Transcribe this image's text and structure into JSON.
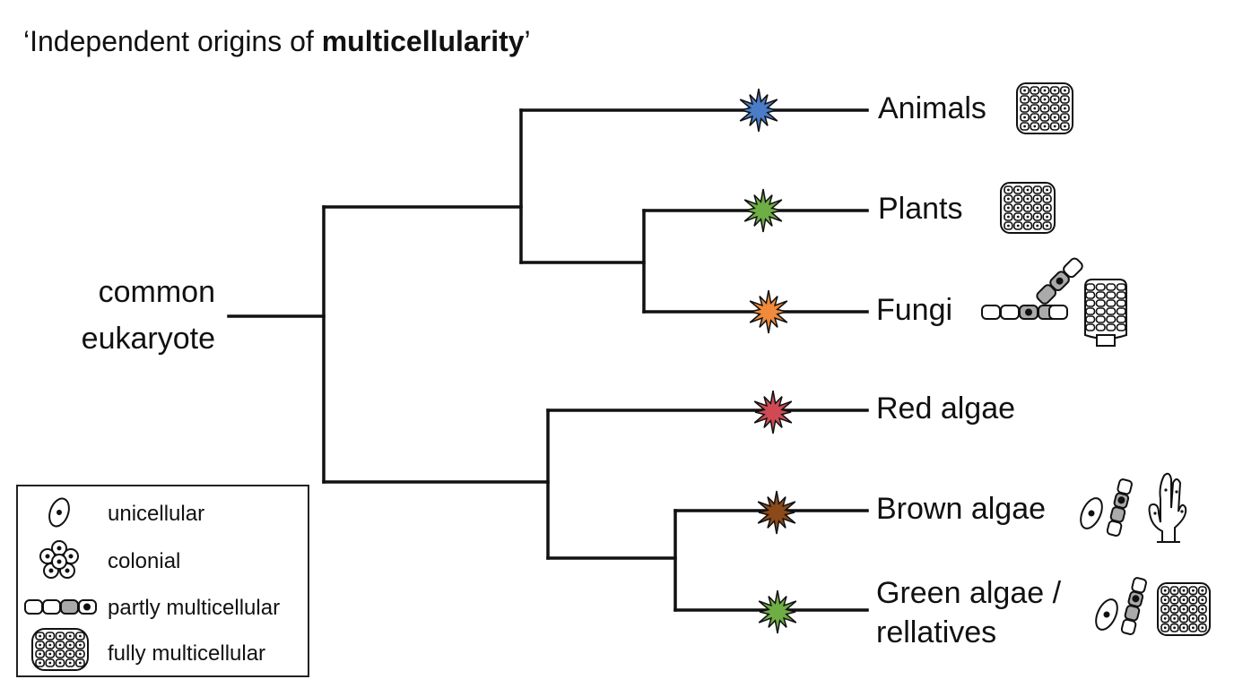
{
  "title": {
    "prefix": "‘Independent origins of ",
    "bold": "multicellularity",
    "suffix": "’"
  },
  "root": {
    "line1": "common",
    "line2": "eukaryote"
  },
  "leaves": [
    {
      "label": "Animals",
      "star_color": "#4a7cc7",
      "icons": [
        "fully-multicellular-icon"
      ]
    },
    {
      "label": "Plants",
      "star_color": "#6fae45",
      "icons": [
        "fully-multicellular-icon"
      ]
    },
    {
      "label": "Fungi",
      "star_color": "#f08a3c",
      "icons": [
        "partly-multicellular-icon",
        "fruiting-body-icon"
      ]
    },
    {
      "label": "Red algae",
      "star_color": "#d04a55",
      "icons": []
    },
    {
      "label": "Brown algae",
      "star_color": "#8b4a18",
      "icons": [
        "unicellular-icon",
        "partly-multicellular-icon",
        "branched-thallus-icon"
      ]
    },
    {
      "label": "Green algae /",
      "label2": "rellatives",
      "star_color": "#6fae45",
      "icons": [
        "unicellular-icon",
        "partly-multicellular-icon",
        "fully-multicellular-icon"
      ]
    }
  ],
  "legend": [
    {
      "label": "unicellular",
      "icon": "unicellular-icon"
    },
    {
      "label": "colonial",
      "icon": "colonial-icon"
    },
    {
      "label": "partly multicellular",
      "icon": "partly-multicellular-icon"
    },
    {
      "label": "fully multicellular",
      "icon": "fully-multicellular-icon"
    }
  ]
}
